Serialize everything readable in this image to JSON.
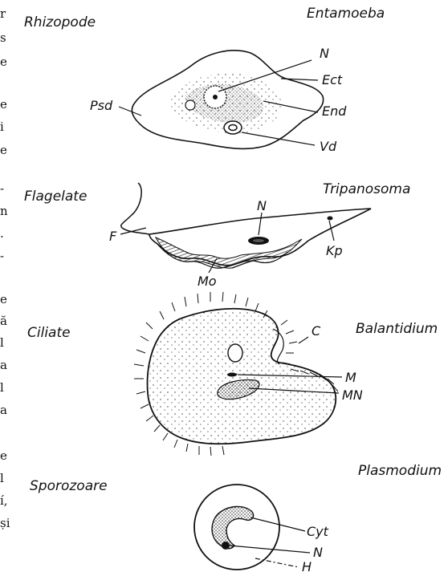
{
  "edge_fragments": [
    "r",
    "s",
    "e",
    "e",
    "i",
    "e",
    "-",
    "n",
    ".",
    "-",
    "e",
    "ă",
    "l",
    "a",
    "l",
    "a",
    "e",
    "l",
    "í,",
    "și"
  ],
  "panels": [
    {
      "group": "Rhizopode",
      "genus": "Entamoeba",
      "labels": [
        "N",
        "Ect",
        "End",
        "Vd",
        "Psd"
      ]
    },
    {
      "group": "Flagelate",
      "genus": "Tripanosoma",
      "labels": [
        "N",
        "F",
        "Kp",
        "Mo"
      ]
    },
    {
      "group": "Ciliate",
      "genus": "Balantidium",
      "labels": [
        "C",
        "M",
        "MN"
      ]
    },
    {
      "group": "Sporozoare",
      "genus": "Plasmodium",
      "labels": [
        "Cyt",
        "N",
        "H"
      ]
    }
  ]
}
